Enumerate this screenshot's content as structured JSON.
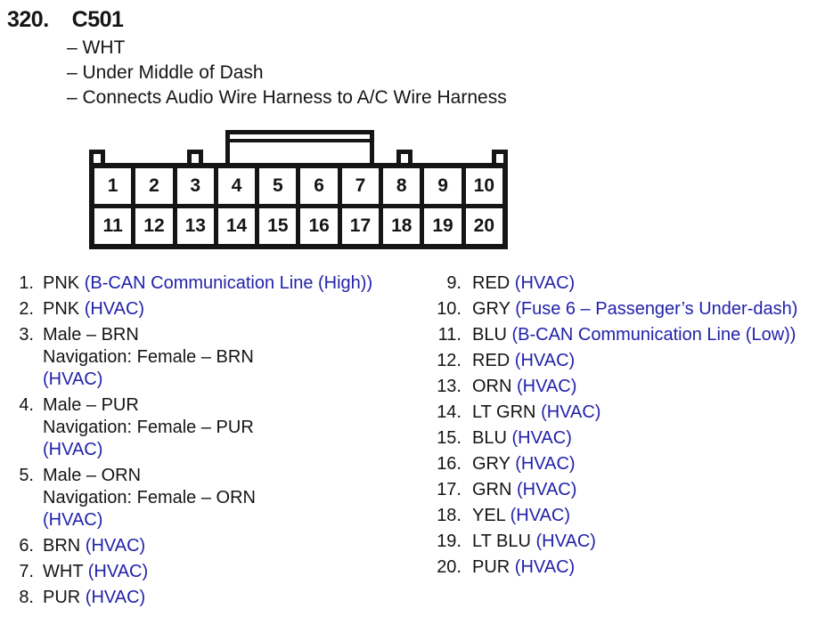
{
  "header": {
    "title_number": "320.",
    "title_code": "C501",
    "bullets": [
      "– WHT",
      "– Under Middle of Dash",
      "– Connects Audio Wire Harness to A/C Wire Harness"
    ]
  },
  "colors": {
    "annotation_blue": "#2222aa",
    "text_black": "#151515",
    "background": "#ffffff"
  },
  "connector": {
    "rows": [
      [
        "1",
        "2",
        "3",
        "4",
        "5",
        "6",
        "7",
        "8",
        "9",
        "10"
      ],
      [
        "11",
        "12",
        "13",
        "14",
        "15",
        "16",
        "17",
        "18",
        "19",
        "20"
      ]
    ]
  },
  "pin_list": {
    "left": [
      {
        "num": "1.",
        "lines": [
          [
            {
              "text": "PNK ",
              "color": "black"
            },
            {
              "text": "(B-CAN Communication Line (High))",
              "color": "blue"
            }
          ]
        ]
      },
      {
        "num": "2.",
        "lines": [
          [
            {
              "text": "PNK ",
              "color": "black"
            },
            {
              "text": "(HVAC)",
              "color": "blue"
            }
          ]
        ]
      },
      {
        "num": "3.",
        "lines": [
          [
            {
              "text": "Male – BRN",
              "color": "black"
            }
          ],
          [
            {
              "text": "Navigation: Female – BRN",
              "color": "black"
            }
          ],
          [
            {
              "text": "(HVAC)",
              "color": "blue"
            }
          ]
        ]
      },
      {
        "num": "4.",
        "lines": [
          [
            {
              "text": "Male – PUR",
              "color": "black"
            }
          ],
          [
            {
              "text": "Navigation: Female – PUR",
              "color": "black"
            }
          ],
          [
            {
              "text": "(HVAC)",
              "color": "blue"
            }
          ]
        ]
      },
      {
        "num": "5.",
        "lines": [
          [
            {
              "text": "Male – ORN",
              "color": "black"
            }
          ],
          [
            {
              "text": "Navigation: Female – ORN",
              "color": "black"
            }
          ],
          [
            {
              "text": "(HVAC)",
              "color": "blue"
            }
          ]
        ]
      },
      {
        "num": "6.",
        "lines": [
          [
            {
              "text": "BRN ",
              "color": "black"
            },
            {
              "text": "(HVAC)",
              "color": "blue"
            }
          ]
        ]
      },
      {
        "num": "7.",
        "lines": [
          [
            {
              "text": "WHT ",
              "color": "black"
            },
            {
              "text": "(HVAC)",
              "color": "blue"
            }
          ]
        ]
      },
      {
        "num": "8.",
        "lines": [
          [
            {
              "text": "PUR ",
              "color": "black"
            },
            {
              "text": "(HVAC)",
              "color": "blue"
            }
          ]
        ]
      }
    ],
    "right": [
      {
        "num": "9.",
        "lines": [
          [
            {
              "text": "RED ",
              "color": "black"
            },
            {
              "text": "(HVAC)",
              "color": "blue"
            }
          ]
        ]
      },
      {
        "num": "10.",
        "lines": [
          [
            {
              "text": "GRY ",
              "color": "black"
            },
            {
              "text": "(Fuse 6 – Passenger’s Under-dash)",
              "color": "blue"
            }
          ]
        ]
      },
      {
        "num": "11.",
        "lines": [
          [
            {
              "text": "BLU ",
              "color": "black"
            },
            {
              "text": "(B-CAN Communication Line (Low))",
              "color": "blue"
            }
          ]
        ]
      },
      {
        "num": "12.",
        "lines": [
          [
            {
              "text": "RED ",
              "color": "black"
            },
            {
              "text": "(HVAC)",
              "color": "blue"
            }
          ]
        ]
      },
      {
        "num": "13.",
        "lines": [
          [
            {
              "text": "ORN ",
              "color": "black"
            },
            {
              "text": "(HVAC)",
              "color": "blue"
            }
          ]
        ]
      },
      {
        "num": "14.",
        "lines": [
          [
            {
              "text": "LT GRN ",
              "color": "black"
            },
            {
              "text": "(HVAC)",
              "color": "blue"
            }
          ]
        ]
      },
      {
        "num": "15.",
        "lines": [
          [
            {
              "text": "BLU ",
              "color": "black"
            },
            {
              "text": "(HVAC)",
              "color": "blue"
            }
          ]
        ]
      },
      {
        "num": "16.",
        "lines": [
          [
            {
              "text": "GRY ",
              "color": "black"
            },
            {
              "text": "(HVAC)",
              "color": "blue"
            }
          ]
        ]
      },
      {
        "num": "17.",
        "lines": [
          [
            {
              "text": "GRN ",
              "color": "black"
            },
            {
              "text": "(HVAC)",
              "color": "blue"
            }
          ]
        ]
      },
      {
        "num": "18.",
        "lines": [
          [
            {
              "text": "YEL ",
              "color": "black"
            },
            {
              "text": "(HVAC)",
              "color": "blue"
            }
          ]
        ]
      },
      {
        "num": "19.",
        "lines": [
          [
            {
              "text": "LT BLU ",
              "color": "black"
            },
            {
              "text": "(HVAC)",
              "color": "blue"
            }
          ]
        ]
      },
      {
        "num": "20.",
        "lines": [
          [
            {
              "text": "PUR ",
              "color": "black"
            },
            {
              "text": "(HVAC)",
              "color": "blue"
            }
          ]
        ]
      }
    ]
  }
}
